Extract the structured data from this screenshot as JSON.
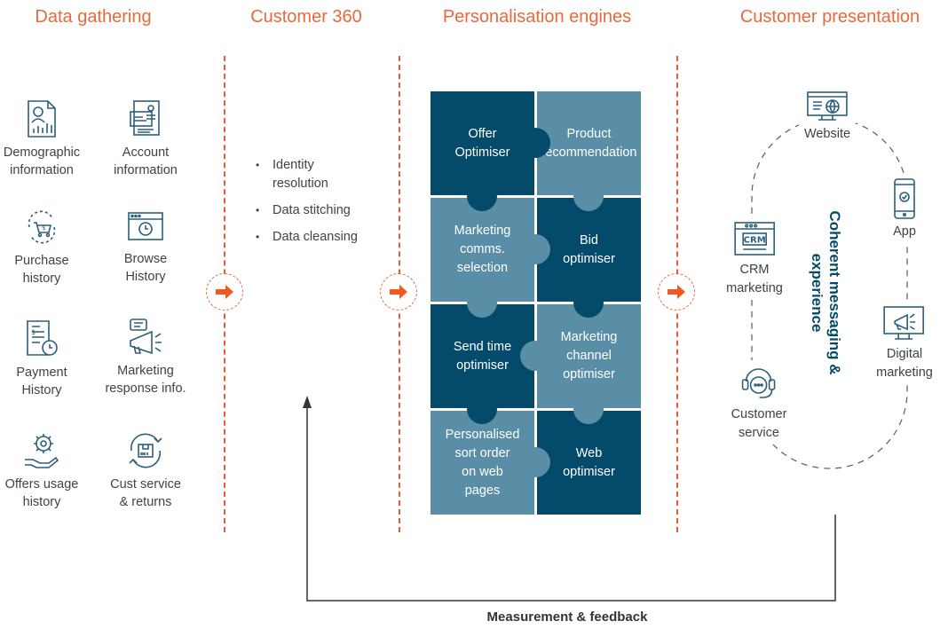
{
  "columns": {
    "data_gathering": "Data gathering",
    "customer_360": "Customer 360",
    "personalisation": "Personalisation engines",
    "presentation": "Customer presentation"
  },
  "data_items": [
    {
      "label": "Demographic\ninformation",
      "icon": "demographic-report-icon"
    },
    {
      "label": "Account\ninformation",
      "icon": "account-card-icon"
    },
    {
      "label": "Purchase\nhistory",
      "icon": "shopping-cart-cycle-icon"
    },
    {
      "label": "Browse\nHistory",
      "icon": "browser-clock-icon"
    },
    {
      "label": "Payment\nHistory",
      "icon": "invoice-clock-icon"
    },
    {
      "label": "Marketing\nresponse info.",
      "icon": "megaphone-icon"
    },
    {
      "label": "Offers usage\nhistory",
      "icon": "hand-gear-icon"
    },
    {
      "label": "Cust service\n& returns",
      "icon": "box-return-icon"
    }
  ],
  "customer360_items": [
    "Identity\nresolution",
    "Data stitching",
    "Data cleansing"
  ],
  "engines": [
    {
      "label": "Offer\nOptimiser"
    },
    {
      "label": "Product\nrecommendation"
    },
    {
      "label": "Marketing\ncomms.\nselection"
    },
    {
      "label": "Bid\noptimiser"
    },
    {
      "label": "Send time\noptimiser"
    },
    {
      "label": "Marketing\nchannel\noptimiser"
    },
    {
      "label": "Personalised\nsort order\non web\npages"
    },
    {
      "label": "Web\noptimiser"
    }
  ],
  "channels": [
    {
      "label": "Website",
      "icon": "monitor-globe-icon"
    },
    {
      "label": "App",
      "icon": "smartphone-icon"
    },
    {
      "label": "CRM\nmarketing",
      "icon": "crm-window-icon",
      "icon_text": "CRM"
    },
    {
      "label": "Digital\nmarketing",
      "icon": "digital-megaphone-icon"
    },
    {
      "label": "Customer\nservice",
      "icon": "headset-chat-icon"
    }
  ],
  "center_text": "Coherent messaging &\nexperience",
  "feedback_label": "Measurement & feedback",
  "colors": {
    "accent": "#e8693a",
    "dark_piece": "#034a6b",
    "light_piece": "#5a8ea6",
    "icon_stroke": "#2b5f7a"
  }
}
